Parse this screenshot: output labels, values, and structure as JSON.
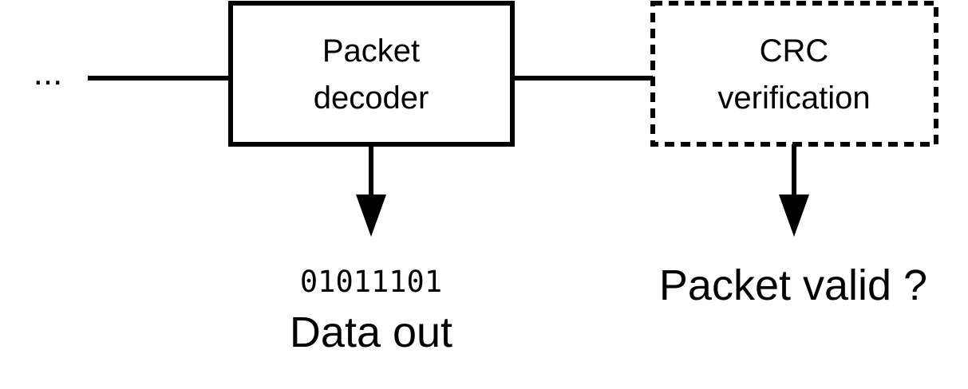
{
  "diagram": {
    "input_ellipsis": "...",
    "decoder_block": {
      "line1": "Packet",
      "line2": "decoder"
    },
    "crc_block": {
      "line1": "CRC",
      "line2": "verification"
    },
    "data_bits": "01011101",
    "data_out_label": "Data out",
    "packet_valid_label": "Packet valid ?"
  },
  "colors": {
    "stroke": "#000000",
    "background": "#ffffff"
  }
}
